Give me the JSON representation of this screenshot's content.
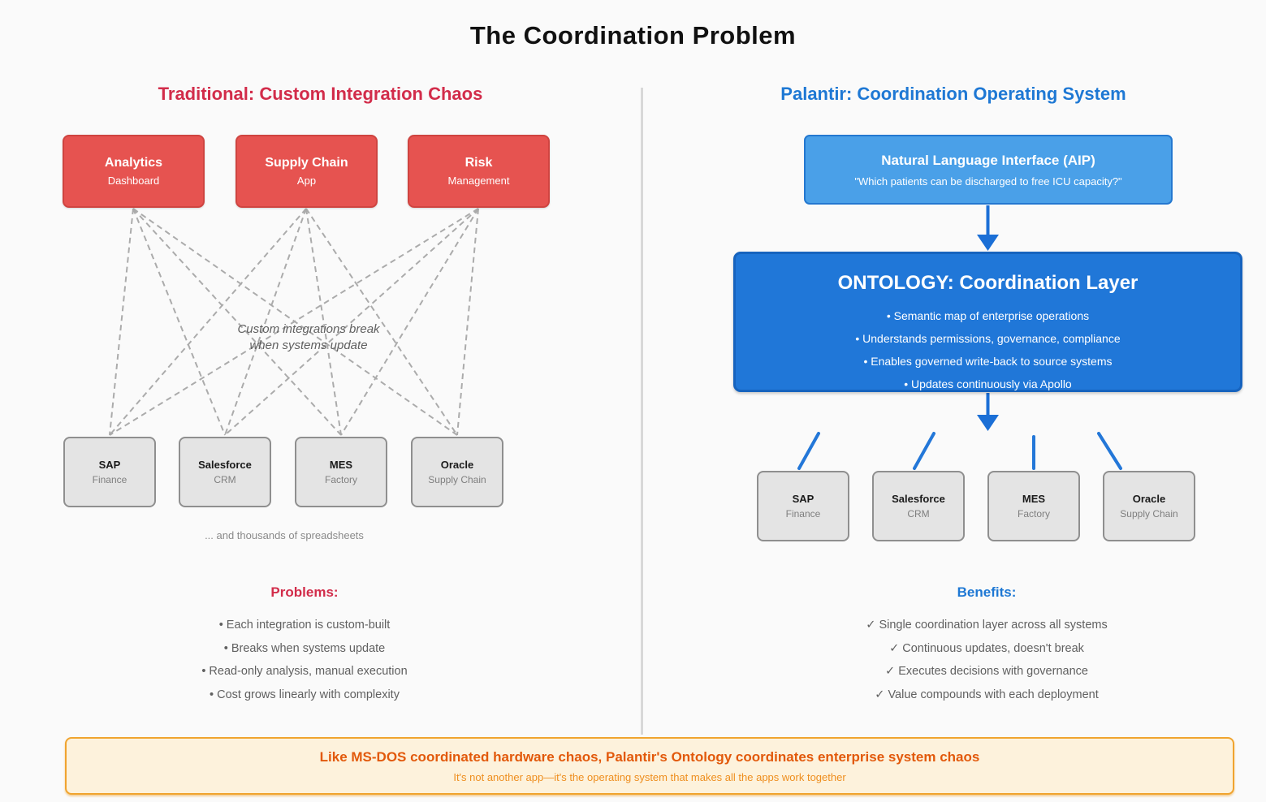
{
  "title": "The Coordination Problem",
  "left": {
    "heading": "Traditional: Custom Integration Chaos",
    "apps": [
      {
        "title": "Analytics",
        "subtitle": "Dashboard"
      },
      {
        "title": "Supply Chain",
        "subtitle": "App"
      },
      {
        "title": "Risk",
        "subtitle": "Management"
      }
    ],
    "break_note_line1": "Custom integrations break",
    "break_note_line2": "when systems update",
    "systems": [
      {
        "title": "SAP",
        "subtitle": "Finance"
      },
      {
        "title": "Salesforce",
        "subtitle": "CRM"
      },
      {
        "title": "MES",
        "subtitle": "Factory"
      },
      {
        "title": "Oracle",
        "subtitle": "Supply Chain"
      }
    ],
    "spreadsheets_note": "... and thousands of spreadsheets",
    "problems_heading": "Problems:",
    "problems": [
      "• Each integration is custom-built",
      "• Breaks when systems update",
      "• Read-only analysis, manual execution",
      "• Cost grows linearly with complexity"
    ]
  },
  "right": {
    "heading": "Palantir: Coordination Operating System",
    "nli": {
      "title": "Natural Language Interface (AIP)",
      "subtitle": "\"Which patients can be discharged to free ICU capacity?\""
    },
    "ontology": {
      "title": "ONTOLOGY: Coordination Layer",
      "bullets": [
        "• Semantic map of enterprise operations",
        "• Understands permissions, governance, compliance",
        "• Enables governed write-back to source systems",
        "• Updates continuously via Apollo"
      ]
    },
    "systems": [
      {
        "title": "SAP",
        "subtitle": "Finance"
      },
      {
        "title": "Salesforce",
        "subtitle": "CRM"
      },
      {
        "title": "MES",
        "subtitle": "Factory"
      },
      {
        "title": "Oracle",
        "subtitle": "Supply Chain"
      }
    ],
    "benefits_heading": "Benefits:",
    "benefits": [
      "✓ Single coordination layer across all systems",
      "✓ Continuous updates, doesn't break",
      "✓ Executes decisions with governance",
      "✓ Value compounds with each deployment"
    ]
  },
  "footer": {
    "title": "Like MS-DOS coordinated hardware chaos, Palantir's Ontology coordinates enterprise system chaos",
    "subtitle": "It's not another app—it's the operating system that makes all the apps work together"
  },
  "colors": {
    "traditional_accent": "#d22c4a",
    "palantir_accent": "#1e78d4",
    "app_box_fill": "#e65350",
    "ontology_fill": "#2077d8",
    "nli_fill": "#4aa0e8",
    "system_box_fill": "#e4e4e4",
    "footer_border": "#f0a42f",
    "footer_title": "#e2590b"
  }
}
